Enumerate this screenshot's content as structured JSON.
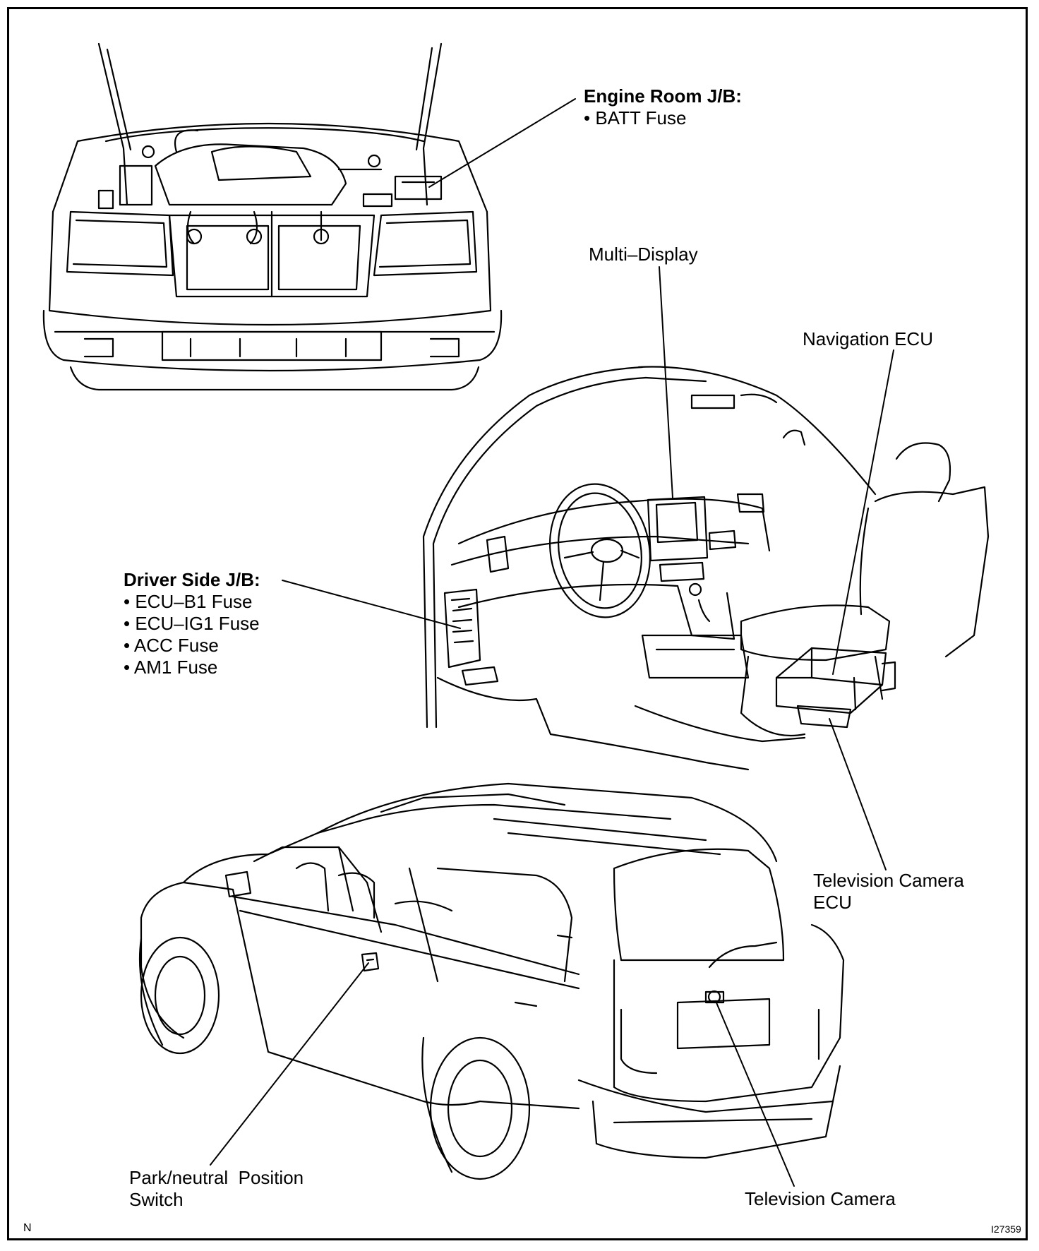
{
  "labels": {
    "engine_room_jb": {
      "title": "Engine Room J/B:",
      "items": [
        "•  BATT Fuse"
      ]
    },
    "multi_display": "Multi–Display",
    "navigation_ecu": "Navigation ECU",
    "driver_side_jb": {
      "title": "Driver Side J/B:",
      "items": [
        "• ECU–B1 Fuse",
        "• ECU–IG1 Fuse",
        "• ACC Fuse",
        "• AM1 Fuse"
      ]
    },
    "television_camera_ecu": [
      "Television Camera",
      "ECU"
    ],
    "park_neutral_switch": [
      "Park/neutral  Position",
      "Switch"
    ],
    "television_camera": "Television Camera"
  },
  "corner": {
    "left": "N",
    "right": "I27359"
  }
}
